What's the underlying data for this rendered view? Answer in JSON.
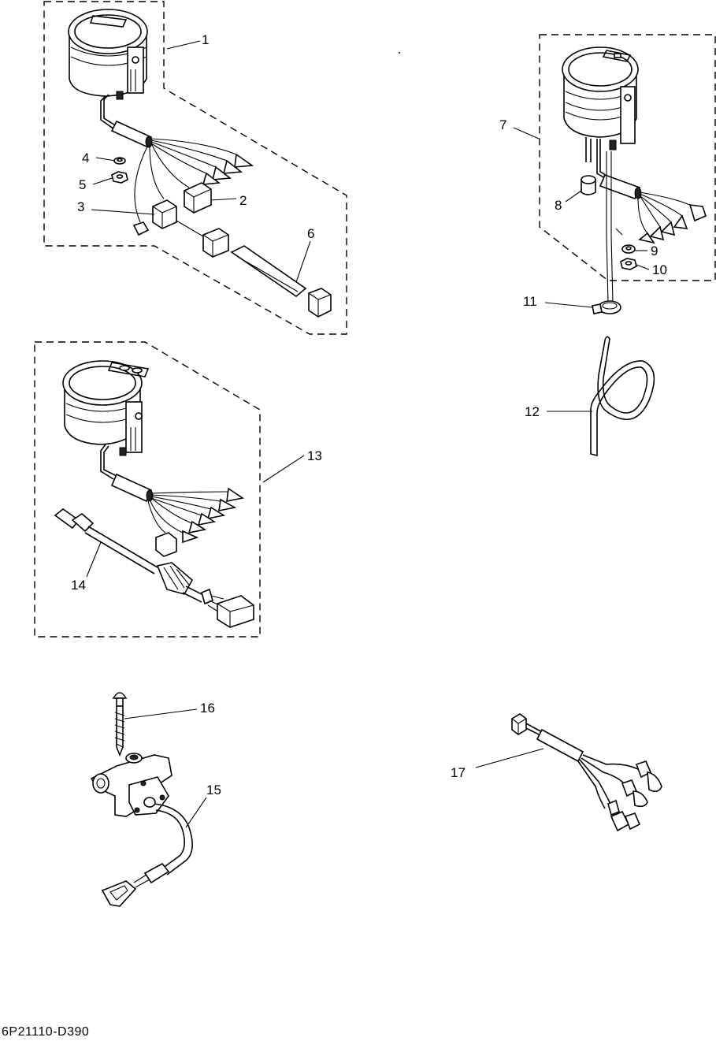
{
  "document_code": "6P21110-D390",
  "callouts": {
    "c1": "1",
    "c2": "2",
    "c3": "3",
    "c4": "4",
    "c5": "5",
    "c6": "6",
    "c7": "7",
    "c8": "8",
    "c9": "9",
    "c10": "10",
    "c11": "11",
    "c12": "12",
    "c13": "13",
    "c14": "14",
    "c15": "15",
    "c16": "16",
    "c17": "17"
  }
}
